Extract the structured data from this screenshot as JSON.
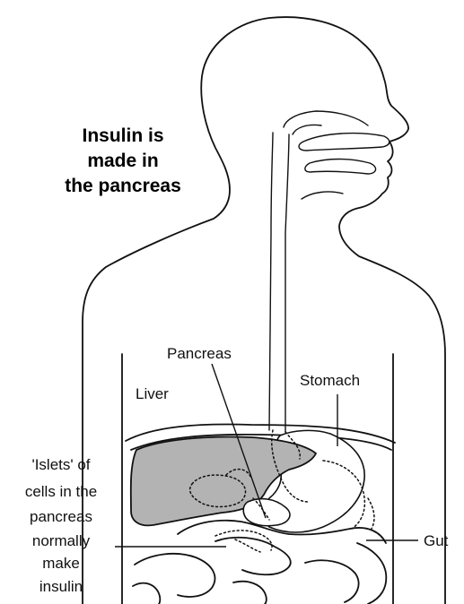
{
  "title_lines": [
    "Insulin is",
    "made in",
    "the pancreas"
  ],
  "labels": {
    "pancreas": "Pancreas",
    "liver": "Liver",
    "stomach": "Stomach",
    "gut": "Gut",
    "islets_lines": [
      "'Islets' of",
      "cells in the",
      "pancreas",
      "normally",
      "make",
      "insulin"
    ]
  },
  "colors": {
    "liver_fill": "#b3b3b3",
    "outline": "#111111"
  }
}
